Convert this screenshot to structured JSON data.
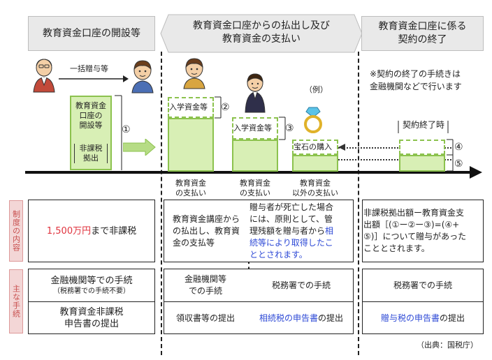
{
  "phases": {
    "opening": "教育資金口座の開設等",
    "withdrawal_line1": "教育資金口座からの払出し及び",
    "withdrawal_line2": "教育資金の支払い",
    "end_line1": "教育資金口座に係る",
    "end_line2": "契約の終了"
  },
  "gift_label": "一括贈与等",
  "opening_box": {
    "line1": "教育資金",
    "line2": "口座の",
    "line3": "開設等",
    "bracket1": "非課税",
    "bracket2": "拠出"
  },
  "markers": {
    "m1": "①",
    "m2": "②",
    "m3": "③",
    "m4": "④",
    "m5": "⑤"
  },
  "tags": {
    "entrance1": "入学資金等",
    "entrance2": "入学資金等",
    "example": "（例）",
    "jewel": "宝石の購入",
    "contract_end": "契約終了時"
  },
  "end_note_line1": "※契約の終了の手続きは",
  "end_note_line2": "金融機関などで行います",
  "payments": {
    "p1_line1": "教育資金",
    "p1_line2": "の支払い",
    "p2_line1": "教育資金",
    "p2_line2": "の支払い",
    "p3_line1": "教育資金",
    "p3_line2": "以外の支払い"
  },
  "system": {
    "side": "制度の内容",
    "col1_amount": "1,500万円",
    "col1_rest": "まで非課税",
    "col2_line1": "教育資金講座から",
    "col2_line2": "の払出し、教育資",
    "col2_line3": "金の支払等",
    "col3_line1": "贈与者が死亡した場合",
    "col3_line2": "には、原則として、管",
    "col3_line3": "理残額を贈与者から",
    "col3_blue1": "相",
    "col3_blue2": "続等により取得したこ",
    "col3_blue3": "ととされます。",
    "col4_line1": "非課税拠出額ー教育資金支",
    "col4_line2": "出額［(①ー②ー③)=(④+",
    "col4_line3": "⑤)］について贈与があった",
    "col4_line4": "こととされます。"
  },
  "procedures": {
    "side": "主な手続",
    "c1_top": "金融機関等での手続",
    "c1_top_sub": "（税務署での手続不要）",
    "c1_bottom_line1": "教育資金非課税",
    "c1_bottom_line2": "申告書の提出",
    "c2_top_line1": "金融機関等",
    "c2_top_line2": "での手続",
    "c2_bottom": "領収書等の提出",
    "c3_top": "税務署での手続",
    "c3_bottom_blue": "相続税の申告書",
    "c3_bottom_rest": "の提出",
    "c4_top": "税務署での手続",
    "c4_bottom_blue": "贈与税の申告書",
    "c4_bottom_rest": "の提出"
  },
  "source": "（出典：国税庁）",
  "colors": {
    "green_fill": "#d8efb5",
    "green_border": "#8cc24e",
    "blue_text": "#2e4ad6",
    "red_text": "#e0333e"
  }
}
